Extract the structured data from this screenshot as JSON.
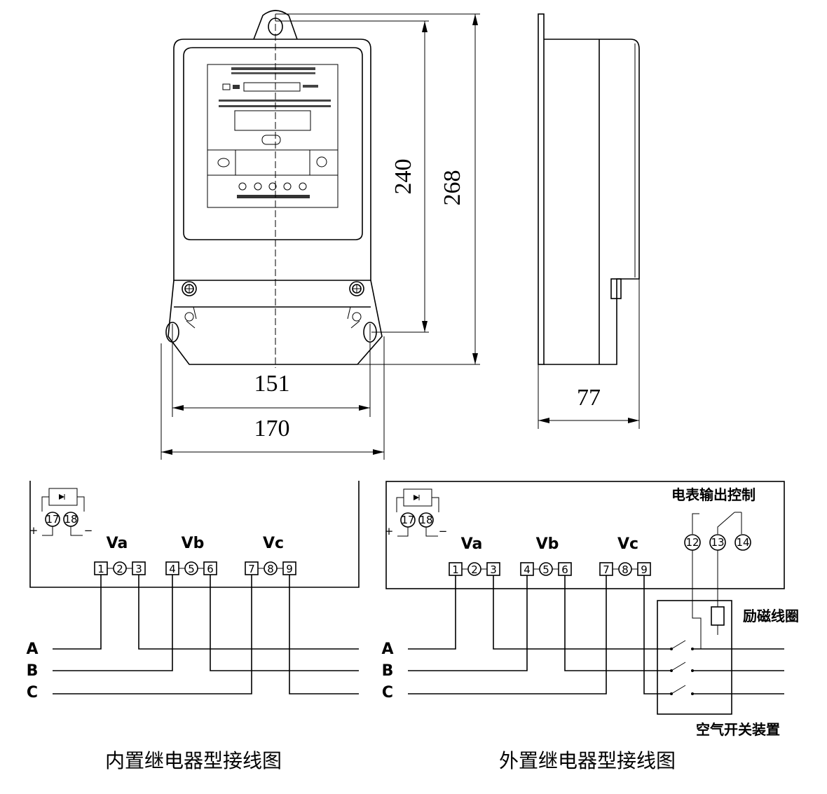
{
  "dimensions": {
    "height_inner": "240",
    "height_outer": "268",
    "width_inner": "151",
    "width_outer": "170",
    "depth": "77"
  },
  "diagrams": {
    "internal": {
      "caption": "内置继电器型接线图",
      "terminal_17": "17",
      "terminal_18": "18",
      "plus": "+",
      "minus": "−",
      "va": "Va",
      "vb": "Vb",
      "vc": "Vc",
      "t1": "1",
      "t2": "2",
      "t3": "3",
      "t4": "4",
      "t5": "5",
      "t6": "6",
      "t7": "7",
      "t8": "8",
      "t9": "9",
      "phase_a": "A",
      "phase_b": "B",
      "phase_c": "C"
    },
    "external": {
      "caption": "外置继电器型接线图",
      "terminal_17": "17",
      "terminal_18": "18",
      "plus": "+",
      "minus": "−",
      "va": "Va",
      "vb": "Vb",
      "vc": "Vc",
      "t1": "1",
      "t2": "2",
      "t3": "3",
      "t4": "4",
      "t5": "5",
      "t6": "6",
      "t7": "7",
      "t8": "8",
      "t9": "9",
      "t12": "12",
      "t13": "13",
      "t14": "14",
      "output_control": "电表输出控制",
      "coil": "励磁线圈",
      "breaker": "空气开关装置",
      "phase_a": "A",
      "phase_b": "B",
      "phase_c": "C"
    }
  }
}
